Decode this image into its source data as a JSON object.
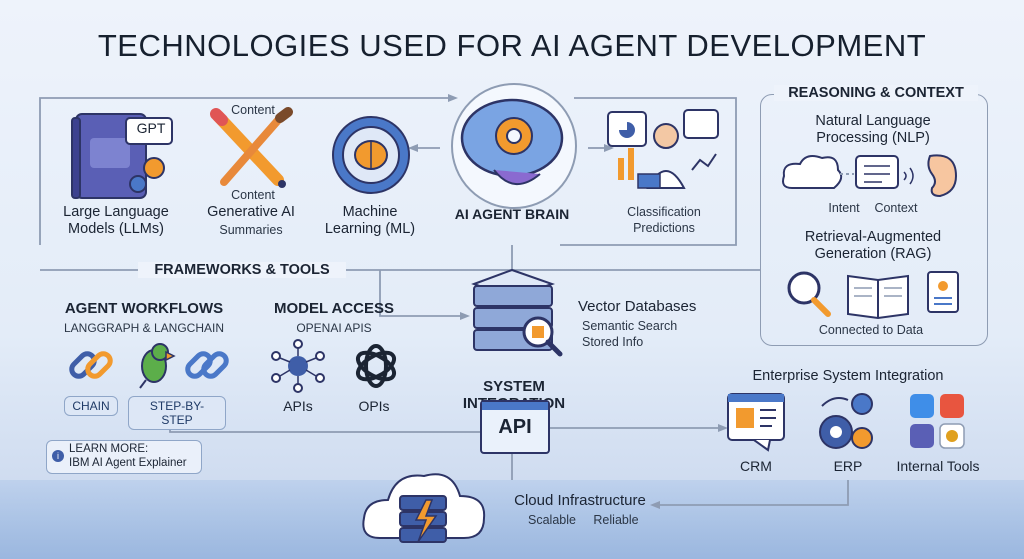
{
  "title": "TECHNOLOGIES USED FOR AI AGENT DEVELOPMENT",
  "top_left": {
    "llm": {
      "label": "Large Language Models (LLMs)",
      "badge": "GPT"
    },
    "genai": {
      "label": "Generative AI",
      "sub": "Summaries",
      "tag_top": "Content",
      "tag_bottom": "Content"
    },
    "ml": {
      "label": "Machine Learning (ML)"
    }
  },
  "brain": {
    "label": "AI AGENT BRAIN"
  },
  "classification": {
    "line1": "Classification",
    "line2": "Predictions"
  },
  "reasoning": {
    "title": "REASONING & CONTEXT",
    "nlp": {
      "title": "Natural Language Processing (NLP)",
      "intent": "Intent",
      "context": "Context"
    },
    "rag": {
      "title": "Retrieval-Augmented Generation (RAG)",
      "sub": "Connected to Data"
    }
  },
  "frameworks": {
    "title": "FRAMEWORKS & TOOLS",
    "workflows": {
      "title": "AGENT WORKFLOWS",
      "sub": "LANGGRAPH & LANGCHAIN",
      "chain": "CHAIN",
      "step": "STEP-BY-STEP"
    },
    "model_access": {
      "title": "MODEL ACCESS",
      "sub": "OPENAI APIS",
      "apis": "APIs",
      "opis": "OPIs"
    },
    "learn_more": {
      "line1": "LEARN MORE:",
      "line2": "IBM AI Agent Explainer"
    }
  },
  "vector": {
    "title": "Vector Databases",
    "line1": "Semantic Search",
    "line2": "Stored Info"
  },
  "integration": {
    "title": "SYSTEM INTEGRATION",
    "api": "API"
  },
  "enterprise": {
    "title": "Enterprise System Integration",
    "crm": "CRM",
    "erp": "ERP",
    "tools": "Internal Tools"
  },
  "cloud": {
    "title": "Cloud Infrastructure",
    "scalable": "Scalable",
    "reliable": "Reliable"
  },
  "colors": {
    "accent_blue": "#3f5ea8",
    "accent_orange": "#f29a2e",
    "line": "#8e9cb3"
  }
}
